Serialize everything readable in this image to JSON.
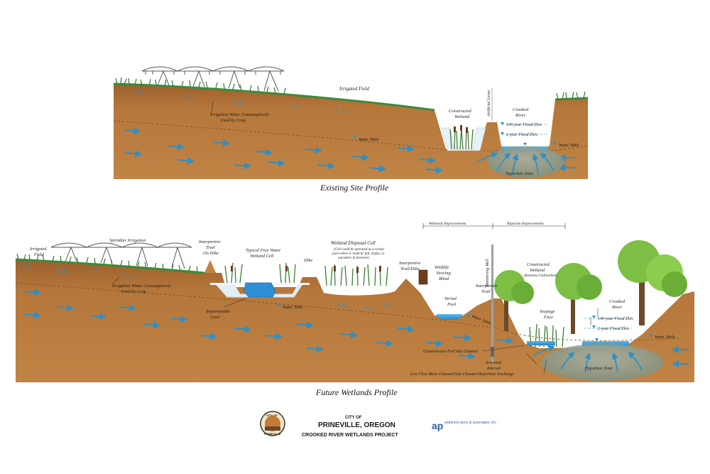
{
  "existing": {
    "caption": "Existing Site Profile",
    "labels": {
      "irrigated_field": "Irrigated Field",
      "irrigation_water": "Irrigation Water Consumptively",
      "irrigation_water_2": "Used by Crop",
      "constructed_wetland": "Constructed",
      "constructed_wetland_2": "Wetland",
      "artificial_levee": "Artificial Levee",
      "crooked_river": "Crooked",
      "crooked_river_2": "River",
      "flood_100": "100-year Flood Elev.",
      "flood_2": "2-year Flood Elev.",
      "water_table_1": "Water Table",
      "water_table_2": "Water Table",
      "hyporheic": "Hyporheic Zone"
    }
  },
  "future": {
    "caption": "Future Wetlands Profile",
    "labels": {
      "irrigated_field": "Irrigated",
      "irrigated_field_2": "Field",
      "sprinkler": "Sprinkler Irrigation",
      "interpretive_trail": "Interpretive",
      "interpretive_trail_2": "Trail",
      "interpretive_trail_3": "On Dike",
      "typical_wetland": "Typical Free Water",
      "typical_wetland_2": "Wetland Cell",
      "dike": "Dike",
      "disposal_cell": "Wetland Disposal Cell",
      "disposal_note_1": "(Cell could be operated as a vernal",
      "disposal_note_2": "pool where it could be full, empty, or",
      "disposal_note_3": "anywhere in between)",
      "trail_dike": "Interpretive",
      "trail_dike_2": "Trail/Dike",
      "viewing_blind": "Wildlife",
      "viewing_blind_2": "Viewing",
      "viewing_blind_3": "Blind",
      "wetlands_improvements": "Wetlands Improvements",
      "riparian_improvements": "Riparian Improvements",
      "monitoring_well": "Monitoring Well",
      "interpretive_trail_right": "Interpretive",
      "interpretive_trail_right_2": "Trail",
      "constructed_wetland": "Constructed",
      "constructed_wetland_2": "Wetland",
      "constructed_wetland_3": "(Remains Undisturbed)",
      "vernal_pool": "Vernal",
      "vernal_pool_2": "Pool",
      "irrigation_water": "Irrigation Water Consumptively",
      "irrigation_water_2": "Used by Crop",
      "impermeable_liner": "Impermeable",
      "impermeable_liner_2": "Liner",
      "water_table_1": "Water Table",
      "water_table_2": "Water Table",
      "water_table_3": "Water Table",
      "seepage_face": "Seepage",
      "seepage_face_2": "Face",
      "crooked_river": "Crooked",
      "crooked_river_2": "River",
      "flood_100": "100-year Flood Elev.",
      "flood_2": "2-year Flood Elev.",
      "side_channel": "Groundwater-Fed Side Channel",
      "screened_interval": "Screened",
      "screened_interval_2": "Interval",
      "low_flow": "Low Flow Main Channel/Side Channel Hyporheic Exchange",
      "hyporheic": "Hyporheic Zone"
    }
  },
  "footer": {
    "city_of": "CITY OF",
    "city_name": "PRINEVILLE, OREGON",
    "project": "CROOKED RIVER WETLANDS PROJECT",
    "seal_text_top": "CITY OF",
    "seal_text_bottom": "PRINEVILLE",
    "firm_logo": "anderson perry & associates, inc."
  },
  "colors": {
    "soil": "#b5773a",
    "soil_dark": "#8f5726",
    "grass": "#3d8a3c",
    "water": "#3a9fd8",
    "hyporheic": "#8fa193",
    "flow_arrow": "#2f8fc4"
  }
}
